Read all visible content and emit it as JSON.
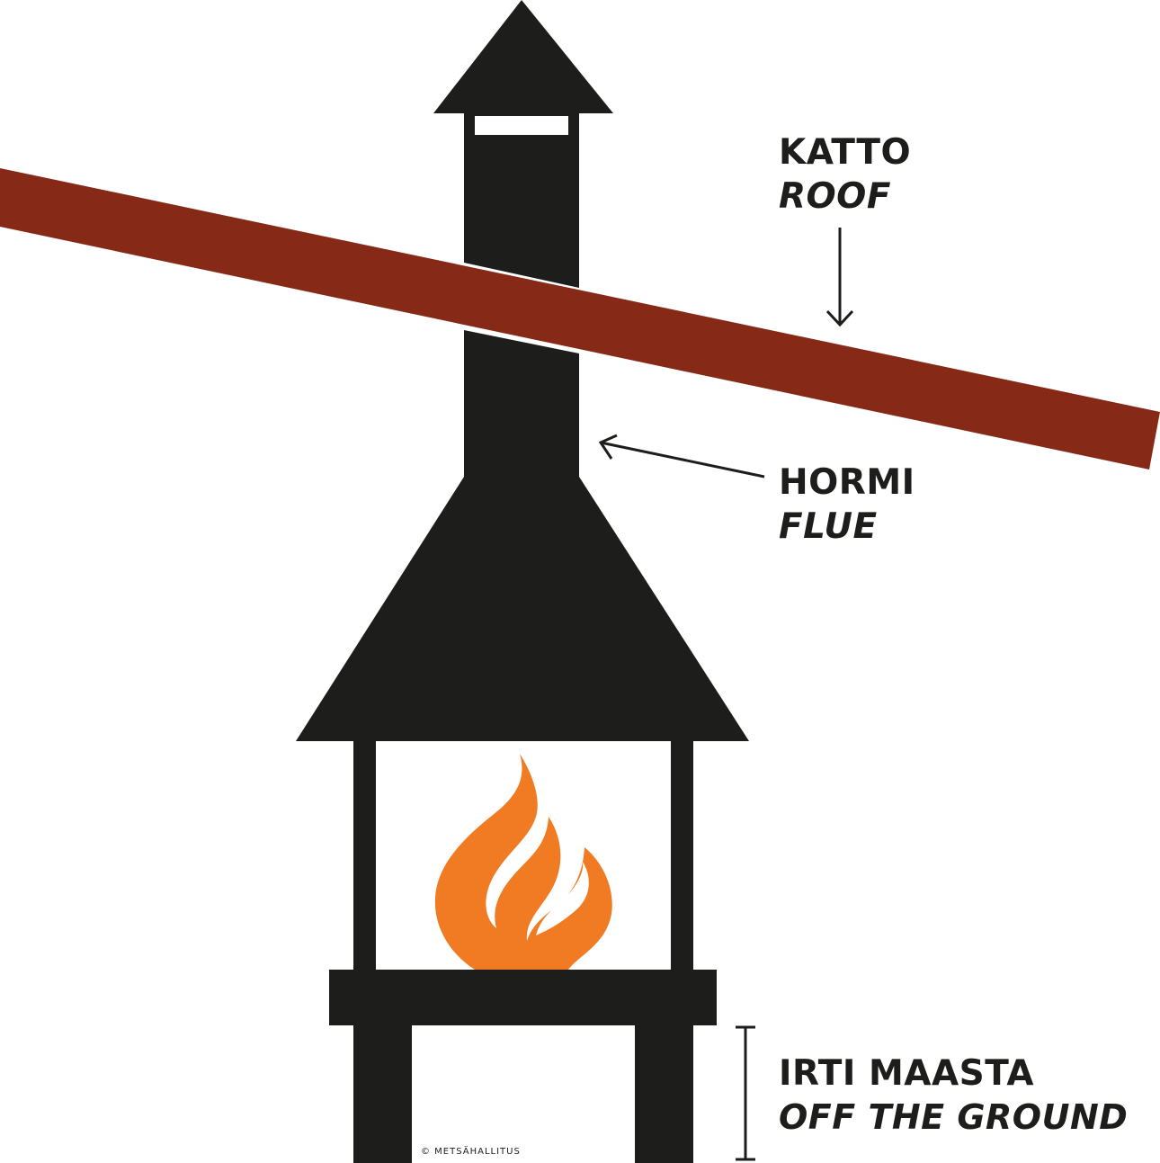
{
  "colors": {
    "structure": "#1d1d1b",
    "roof": "#862916",
    "flame": "#f07b22",
    "background": "#ffffff"
  },
  "labels": {
    "roof": {
      "fi": "KATTO",
      "en": "ROOF"
    },
    "flue": {
      "fi": "HORMI",
      "en": "FLUE"
    },
    "ground": {
      "fi": "IRTI MAASTA",
      "en": "OFF THE GROUND"
    }
  },
  "copyright": "© METSÄHALLITUS"
}
